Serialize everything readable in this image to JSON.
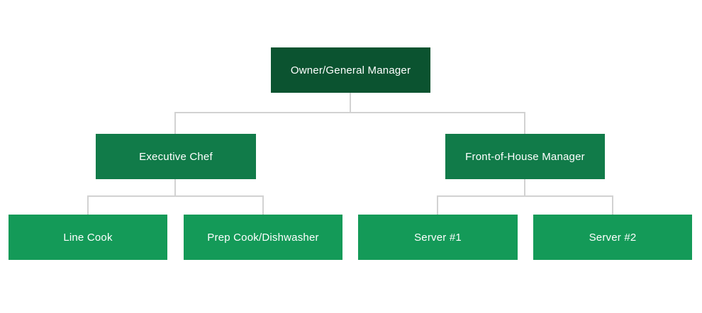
{
  "chart": {
    "type": "org-chart",
    "title": "",
    "nodes": [
      {
        "id": "owner",
        "label": "Owner/General Manager",
        "level": 1,
        "reports_to": null
      },
      {
        "id": "executive-chef",
        "label": "Executive Chef",
        "level": 2,
        "reports_to": "owner"
      },
      {
        "id": "foh-manager",
        "label": "Front-of-House Manager",
        "level": 2,
        "reports_to": "owner"
      },
      {
        "id": "line-cook",
        "label": "Line Cook",
        "level": 3,
        "reports_to": "executive-chef"
      },
      {
        "id": "prep-cook",
        "label": "Prep Cook/Dishwasher",
        "level": 3,
        "reports_to": "executive-chef"
      },
      {
        "id": "server-1",
        "label": "Server #1",
        "level": 3,
        "reports_to": "foh-manager"
      },
      {
        "id": "server-2",
        "label": "Server #2",
        "level": 3,
        "reports_to": "foh-manager"
      }
    ],
    "colors": {
      "level1": "#0b5330",
      "level2": "#117b49",
      "level3": "#149a58",
      "connector": "#d2d2d2",
      "text": "#ffffff",
      "background": "#ffffff"
    }
  }
}
